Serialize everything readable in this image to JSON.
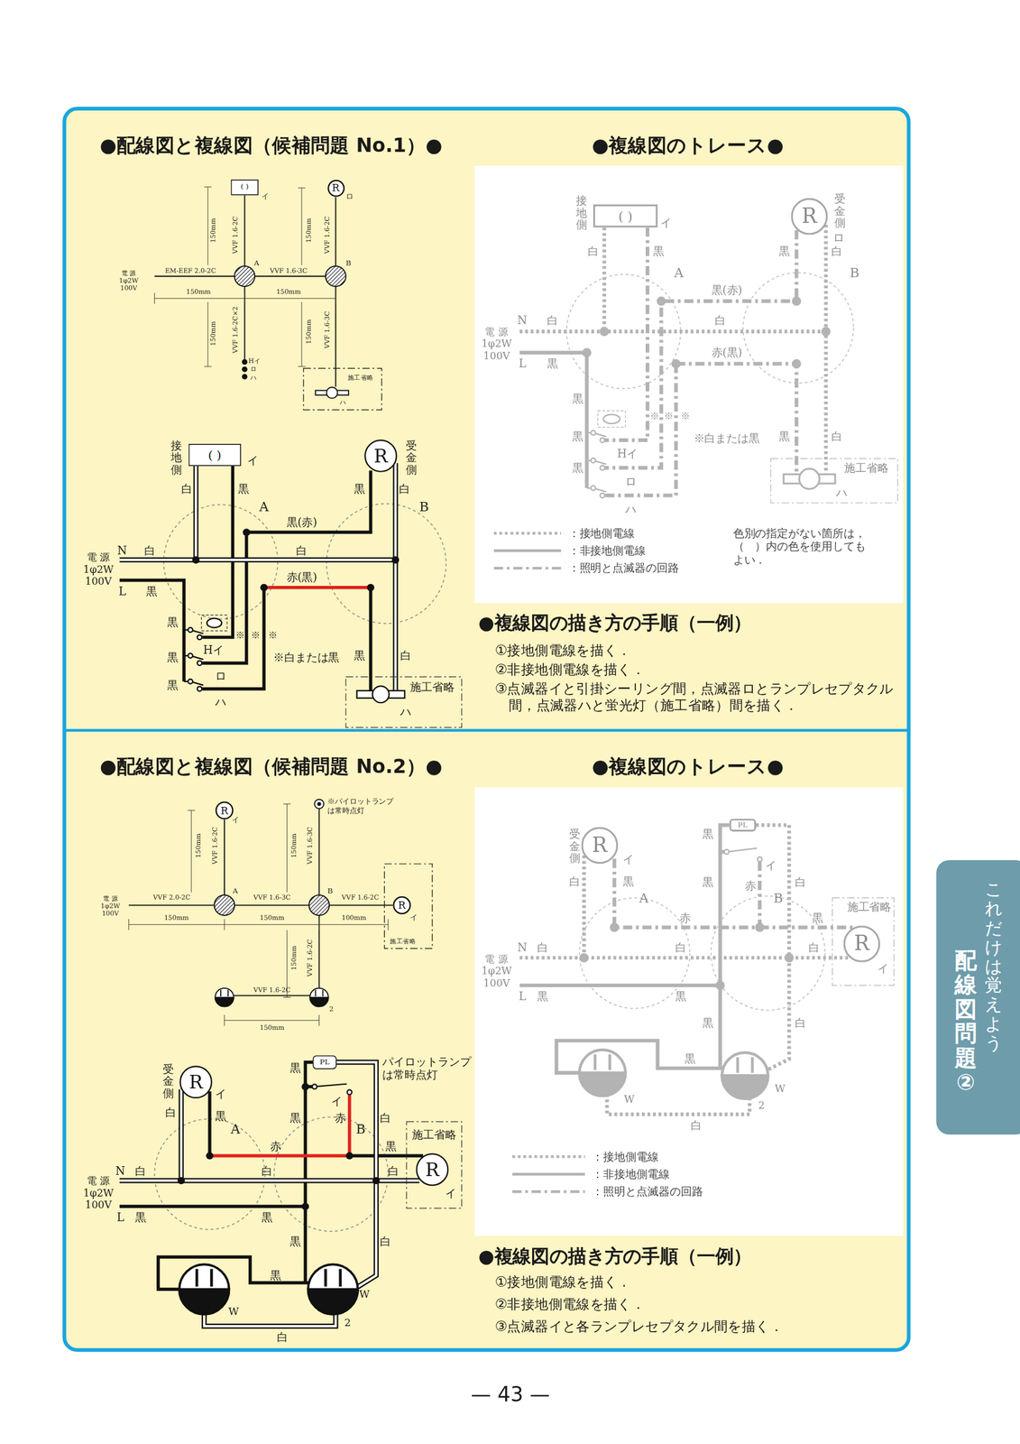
{
  "diagram": {
    "nodes": [
      {
        "text": [
          "( )"
        ]
      },
      {
        "text": [
          "R"
        ]
      },
      {
        "text": [
          "( )"
        ]
      },
      {
        "text": [
          "R"
        ]
      },
      {
        "text": [
          "( )"
        ]
      },
      {
        "text": [
          "R"
        ]
      },
      {
        "text": [
          "R"
        ]
      },
      {
        "text": [
          "R"
        ]
      },
      {
        "text": [
          "R"
        ]
      },
      {
        "text": [
          "PL"
        ]
      },
      {
        "text": [
          "R"
        ]
      },
      {
        "text": [
          "R"
        ]
      },
      {
        "text": [
          "PL"
        ]
      },
      {
        "text": [
          "R"
        ]
      },
      {
        "text": [
          "これだけは覚えよう",
          "配線図問題②"
        ]
      }
    ],
    "labels": [
      "●配線図と複線図（候補問題 No.1）●",
      "●複線図のトレース●",
      "イ",
      "ロ",
      "150mm",
      "VVF 1.6-2C",
      "150mm",
      "VVF 1.6-2C",
      "A",
      "B",
      "電 源 1φ2W 100V",
      "EM-EEF 2.0-2C",
      "VVF 1.6-3C",
      "150mm",
      "150mm",
      "150mm",
      "VVF 1.6-2C×2",
      "150mm",
      "VVF 1.6-3C",
      "H",
      "イ",
      "ロ",
      "ハ",
      "施工省略",
      "ハ",
      "接地側",
      "イ",
      "受金側",
      "白",
      "黒",
      "黒",
      "白",
      "A",
      "B",
      "黒(赤)",
      "N",
      "白",
      "白",
      "電 源 1φ2W 100V",
      "赤(黒)",
      "L",
      "黒",
      "黒",
      "※",
      "※",
      "※",
      "黒",
      "H",
      "イ",
      "※白または黒",
      "黒",
      "白",
      "黒",
      "ロ",
      "施工省略",
      "ハ",
      "ハ",
      "接地側",
      "イ",
      "受金側",
      "ロ",
      "白",
      "黒",
      "黒",
      "白",
      "A",
      "B",
      "黒(赤)",
      "N",
      "白",
      "白",
      "電 源 1φ2W 100V",
      "赤(黒)",
      "L",
      "黒",
      "黒",
      "※",
      "※",
      "※",
      "黒",
      "H",
      "イ",
      "※白または黒",
      "黒",
      "白",
      "黒",
      "ロ",
      "施工省略",
      "ハ",
      "ハ",
      "色別の指定がない箇所は，（　）内の色を使用しても よい．",
      "●複線図の描き方の手順（一例）",
      "①接地側電線を描く．",
      "②非接地側電線を描く．",
      "③点滅器イと引掛シーリング間，点滅器ロとランプレセプタクル間，点滅器ハと蛍光灯（施工省略）間を描く．",
      "●配線図と複線図（候補問題 No.2）●",
      "●複線図のトレース●",
      "イ",
      "※パイロットランプ は常時点灯",
      "150mm",
      "VVF 1.6-2C",
      "150mm",
      "VVF 1.6-3C",
      "A",
      "B",
      "電 源 1φ2W 100V",
      "VVF 2.0-2C",
      "VVF 1.6-3C",
      "VVF 1.6-2C",
      "イ",
      "150mm",
      "150mm",
      "100mm",
      "施工省略",
      "150mm",
      "VVF 1.6-2C",
      "VVF 1.6-2C",
      "2",
      "150mm",
      "受金側",
      "イ",
      "黒",
      "パイロットランプ は常時点灯",
      "イ",
      "白",
      "黒",
      "黒",
      "赤",
      "白",
      "A",
      "B",
      "赤",
      "黒",
      "施工省略",
      "N",
      "白",
      "白",
      "白",
      "電 源 1φ2W 100V",
      "イ",
      "L",
      "黒",
      "黒",
      "黒",
      "白",
      "黒",
      "W",
      "W",
      "2",
      "白",
      "受金側",
      "黒",
      "イ",
      "イ",
      "白",
      "黒",
      "黒",
      "赤",
      "白",
      "A",
      "B",
      "施工省略",
      "赤",
      "黒",
      "N",
      "白",
      "白",
      "白",
      "イ",
      "電 源 1φ2W 100V",
      "L",
      "黒",
      "黒",
      "黒",
      "白",
      "黒",
      "W",
      "W",
      "2",
      "白",
      "●複線図の描き方の手順（一例）",
      "①接地側電線を描く．",
      "②非接地側電線を描く．",
      "③点滅器イと各ランプレセプタクル間を描く．",
      "— 43 —"
    ],
    "legend": [
      {
        "text": "：接地側電線"
      },
      {
        "text": "：非接地側電線"
      },
      {
        "text": "：照明と点滅器の回路"
      },
      {
        "text": "：接地側電線"
      },
      {
        "text": "：非接地側電線"
      },
      {
        "text": "：照明と点滅器の回路"
      }
    ]
  }
}
